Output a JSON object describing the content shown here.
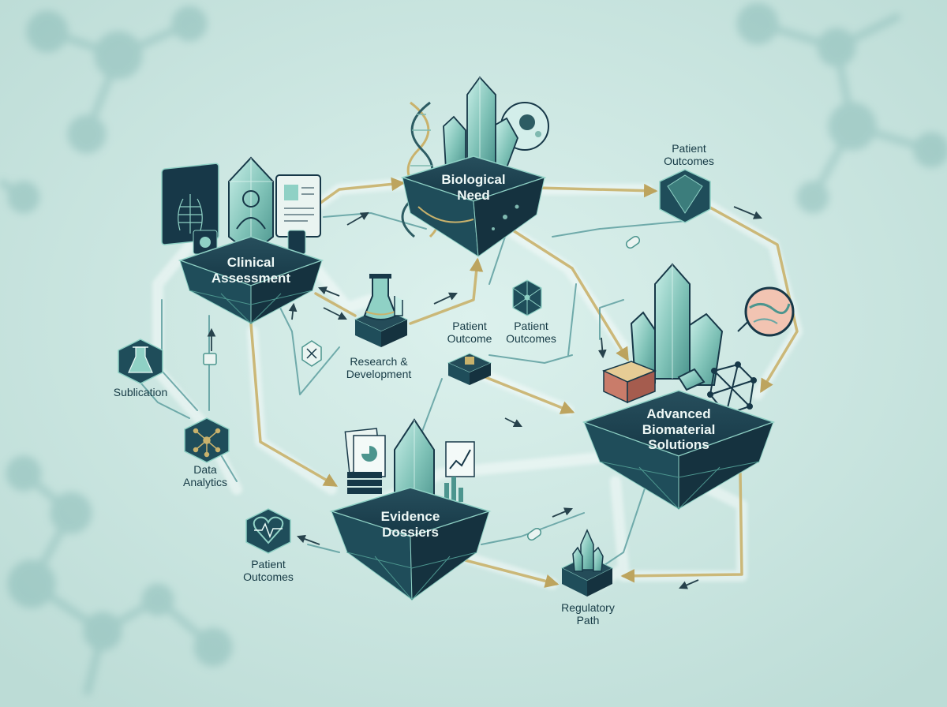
{
  "colors": {
    "background": "#cfe9e4",
    "block_dark": "#173848",
    "block_mid": "#1f4d5a",
    "crystal": "#8fd1c5",
    "gold_flow": "#c9b26c",
    "teal_line": "#5e9fa0",
    "glow": "#ffffff"
  },
  "nodes": {
    "clinical": {
      "label": "Clinical\nAssessment"
    },
    "biological": {
      "label": "Biological\nNeed"
    },
    "advanced": {
      "label": "Advanced\nBiomaterial\nSolutions"
    },
    "evidence": {
      "label": "Evidence\nDossiers"
    }
  },
  "small_nodes": {
    "patient_outcomes_top": {
      "label": "Patient\nOutcomes",
      "icon": "crystal-cube-icon"
    },
    "research": {
      "label": "Research &\nDevelopment",
      "icon": "flask-icon"
    },
    "patient_outcome_mid": {
      "label": "Patient\nOutcome",
      "icon": "data-chip-icon"
    },
    "patient_outcomes_mid": {
      "label": "Patient\nOutcomes",
      "icon": "micro-cube-icon"
    },
    "sublication": {
      "label": "Sublication",
      "icon": "flask-icon"
    },
    "data_analytics": {
      "label": "Data\nAnalytics",
      "icon": "network-icon"
    },
    "patient_outcomes_bottom": {
      "label": "Patient\nOutcomes",
      "icon": "heart-pulse-icon"
    },
    "regulatory": {
      "label": "Regulatory\nPath",
      "icon": "crystal-pedestal-icon"
    }
  }
}
